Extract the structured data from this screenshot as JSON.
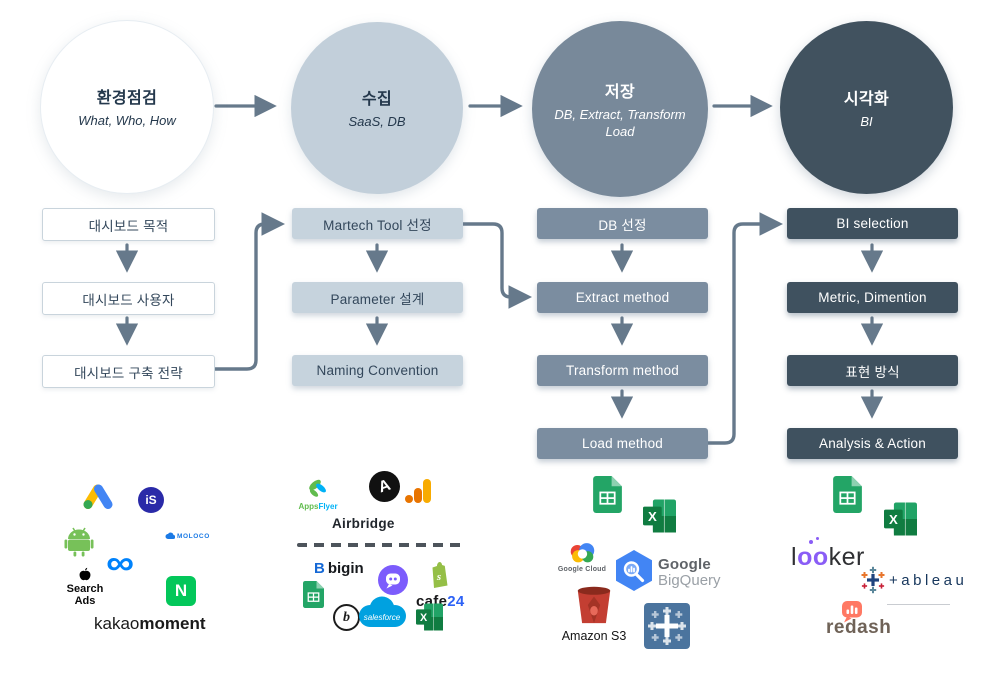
{
  "stages": [
    {
      "title": "환경점검",
      "subtitle": "What, Who, How"
    },
    {
      "title": "수집",
      "subtitle": "SaaS, DB"
    },
    {
      "title": "저장",
      "subtitle": "DB, Extract, Transform Load"
    },
    {
      "title": "시각화",
      "subtitle": "BI"
    }
  ],
  "columns": [
    {
      "boxes": [
        "대시보드 목적",
        "대시보드 사용자",
        "대시보드 구축 전략"
      ]
    },
    {
      "boxes": [
        "Martech Tool 선정",
        "Parameter 설계",
        "Naming Convention"
      ]
    },
    {
      "boxes": [
        "DB 선정",
        "Extract method",
        "Transform method",
        "Load method"
      ]
    },
    {
      "boxes": [
        "BI selection",
        "Metric, Dimention",
        "표현 방식",
        "Analysis & Action"
      ]
    }
  ],
  "colors": {
    "stage1_fill": "#ffffff",
    "stage2_fill": "#c2cfda",
    "stage3_fill": "#78899a",
    "stage4_fill": "#41525f",
    "connector": "#66798b",
    "box_light": "#c6d3dd",
    "box_mid": "#7b8da0",
    "box_dark": "#3f515f",
    "text_dark": "#33475b"
  },
  "logos": {
    "excel_x": "X",
    "group1": {
      "ironsource": "iS",
      "moloco": "MOLOCO",
      "search_ads": "Search Ads",
      "naver": "N",
      "kakao": "kakao",
      "moment": "moment"
    },
    "group2": {
      "apps": "Apps",
      "flyer": "Flyer",
      "airbridge": "Airbridge",
      "bigin": "bigin",
      "bigin_icon": "B",
      "cafe": "cafe",
      "cafe24_num": "24",
      "salesforce": "salesforce",
      "shopify_s": "S",
      "b_badge": "b"
    },
    "group3": {
      "google_cloud": "Google Cloud",
      "bq_google": "Google",
      "bq_query": "BigQuery",
      "amazon_s3": "Amazon S3"
    },
    "group4": {
      "looker_l": "l",
      "looker_o1": "o",
      "looker_o2": "o",
      "looker_ker": "ker",
      "tableau": "+ableau",
      "redash_re": "re",
      "redash_dash": "dash"
    }
  }
}
